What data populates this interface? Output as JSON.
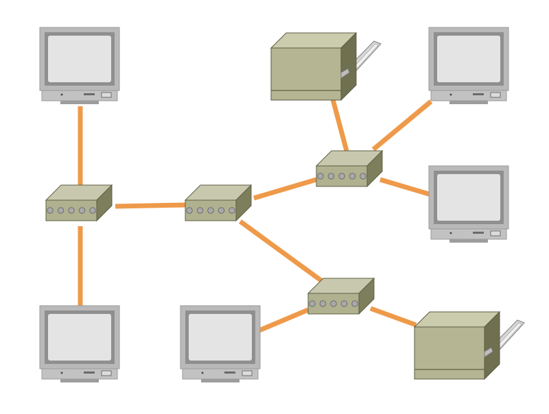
{
  "diagram": {
    "type": "network-topology",
    "link_color": "#ee9a4a",
    "colors": {
      "hub_top": "#c7c8ad",
      "hub_front": "#b0b18f",
      "hub_side": "#7d7e5c",
      "port": "#a9a9a9",
      "monitor_bezel": "#b9b9b9",
      "monitor_screen": "#e4e4e4",
      "monitor_base": "#9d9d9d",
      "printer_front": "#b6b593",
      "printer_top": "#cbcbad",
      "printer_side": "#6f7050"
    },
    "nodes": [
      {
        "id": "pc-top-left",
        "kind": "computer",
        "icon": "computer-icon"
      },
      {
        "id": "pc-bottom-left",
        "kind": "computer",
        "icon": "computer-icon"
      },
      {
        "id": "pc-bottom-middle",
        "kind": "computer",
        "icon": "computer-icon"
      },
      {
        "id": "pc-top-right",
        "kind": "computer",
        "icon": "computer-icon"
      },
      {
        "id": "pc-middle-right",
        "kind": "computer",
        "icon": "computer-icon"
      },
      {
        "id": "printer-top",
        "kind": "printer",
        "icon": "printer-icon"
      },
      {
        "id": "printer-bottom-right",
        "kind": "printer",
        "icon": "printer-icon"
      },
      {
        "id": "hub-left",
        "kind": "hub",
        "icon": "hub-icon",
        "ports": 5
      },
      {
        "id": "hub-center",
        "kind": "hub",
        "icon": "hub-icon",
        "ports": 5
      },
      {
        "id": "hub-upper-right",
        "kind": "hub",
        "icon": "hub-icon",
        "ports": 5
      },
      {
        "id": "hub-lower-right",
        "kind": "hub",
        "icon": "hub-icon",
        "ports": 5
      }
    ],
    "links": [
      {
        "from": "pc-top-left",
        "to": "hub-left"
      },
      {
        "from": "hub-left",
        "to": "pc-bottom-left"
      },
      {
        "from": "hub-left",
        "to": "hub-center"
      },
      {
        "from": "hub-center",
        "to": "hub-upper-right"
      },
      {
        "from": "hub-center",
        "to": "hub-lower-right"
      },
      {
        "from": "hub-upper-right",
        "to": "printer-top"
      },
      {
        "from": "hub-upper-right",
        "to": "pc-top-right"
      },
      {
        "from": "hub-upper-right",
        "to": "pc-middle-right"
      },
      {
        "from": "hub-lower-right",
        "to": "pc-bottom-middle"
      },
      {
        "from": "hub-lower-right",
        "to": "printer-bottom-right"
      }
    ]
  }
}
